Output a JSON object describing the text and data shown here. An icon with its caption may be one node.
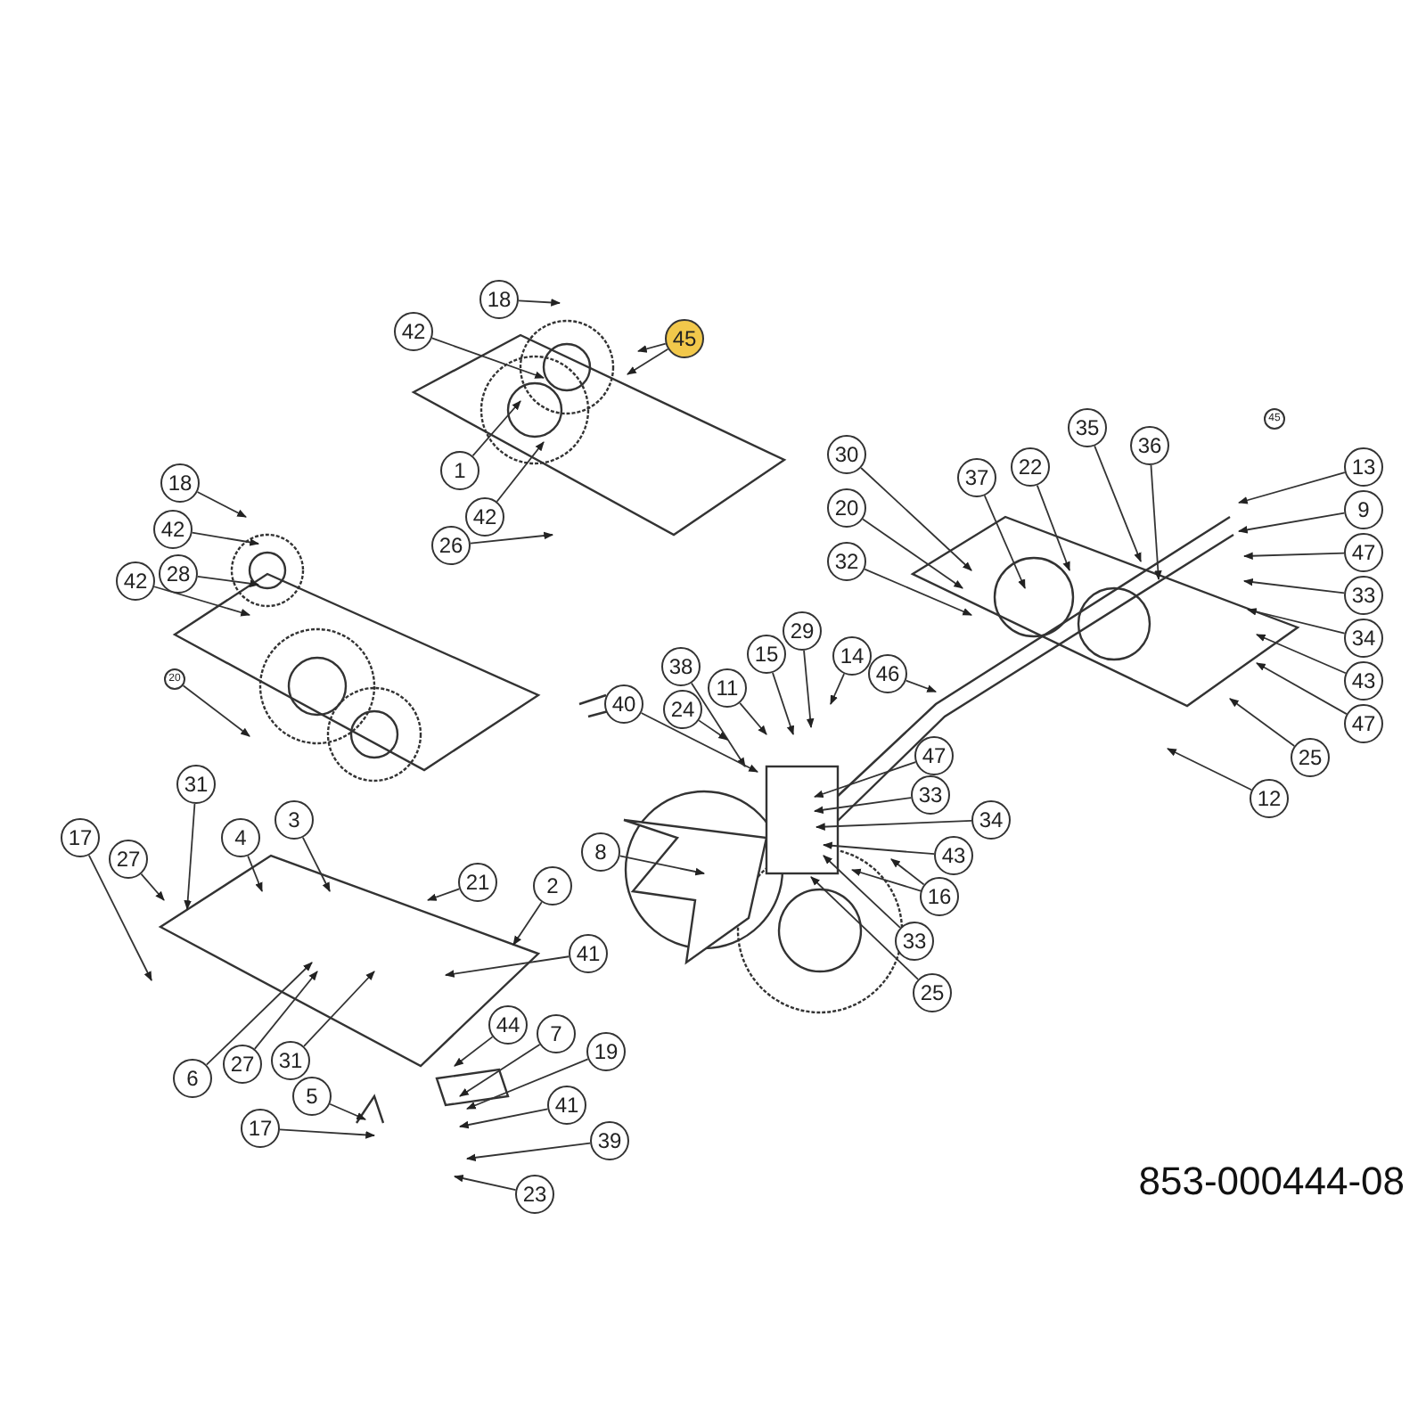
{
  "diagram": {
    "nodes": [
      {
        "text": [
          "18"
        ]
      },
      {
        "text": [
          "42"
        ]
      },
      {
        "text": [
          "45"
        ]
      },
      {
        "text": [
          "1"
        ]
      },
      {
        "text": [
          "42"
        ]
      },
      {
        "text": [
          "26"
        ]
      },
      {
        "text": [
          "18"
        ]
      },
      {
        "text": [
          "42"
        ]
      },
      {
        "text": [
          "28"
        ]
      },
      {
        "text": [
          "42"
        ]
      },
      {
        "text": [
          "20"
        ]
      },
      {
        "text": [
          "30"
        ]
      },
      {
        "text": [
          "35"
        ]
      },
      {
        "text": [
          "36"
        ]
      },
      {
        "text": [
          "13"
        ]
      },
      {
        "text": [
          "45"
        ]
      },
      {
        "text": [
          "20"
        ]
      },
      {
        "text": [
          "22"
        ]
      },
      {
        "text": [
          "9"
        ]
      },
      {
        "text": [
          "32"
        ]
      },
      {
        "text": [
          "37"
        ]
      },
      {
        "text": [
          "47"
        ]
      },
      {
        "text": [
          "33"
        ]
      },
      {
        "text": [
          "34"
        ]
      },
      {
        "text": [
          "43"
        ]
      },
      {
        "text": [
          "47"
        ]
      },
      {
        "text": [
          "25"
        ]
      },
      {
        "text": [
          "12"
        ]
      },
      {
        "text": [
          "29"
        ]
      },
      {
        "text": [
          "38"
        ]
      },
      {
        "text": [
          "15"
        ]
      },
      {
        "text": [
          "14"
        ]
      },
      {
        "text": [
          "46"
        ]
      },
      {
        "text": [
          "40"
        ]
      },
      {
        "text": [
          "24"
        ]
      },
      {
        "text": [
          "11"
        ]
      },
      {
        "text": [
          "47"
        ]
      },
      {
        "text": [
          "33"
        ]
      },
      {
        "text": [
          "34"
        ]
      },
      {
        "text": [
          "8"
        ]
      },
      {
        "text": [
          "43"
        ]
      },
      {
        "text": [
          "16"
        ]
      },
      {
        "text": [
          "33"
        ]
      },
      {
        "text": [
          "25"
        ]
      },
      {
        "text": [
          "31"
        ]
      },
      {
        "text": [
          "3"
        ]
      },
      {
        "text": [
          "17"
        ]
      },
      {
        "text": [
          "4"
        ]
      },
      {
        "text": [
          "27"
        ]
      },
      {
        "text": [
          "21"
        ]
      },
      {
        "text": [
          "2"
        ]
      },
      {
        "text": [
          "41"
        ]
      },
      {
        "text": [
          "44"
        ]
      },
      {
        "text": [
          "7"
        ]
      },
      {
        "text": [
          "19"
        ]
      },
      {
        "text": [
          "6"
        ]
      },
      {
        "text": [
          "27"
        ]
      },
      {
        "text": [
          "31"
        ]
      },
      {
        "text": [
          "5"
        ]
      },
      {
        "text": [
          "41"
        ]
      },
      {
        "text": [
          "39"
        ]
      },
      {
        "text": [
          "17"
        ]
      },
      {
        "text": [
          "23"
        ]
      }
    ],
    "edges": [
      {
        "from": 0,
        "to": null,
        "arrow": "to"
      },
      {
        "from": 1,
        "to": null,
        "arrow": "to"
      },
      {
        "from": 2,
        "to": null,
        "arrow": "to"
      },
      {
        "from": 2,
        "to": null,
        "arrow": "to"
      },
      {
        "from": 3,
        "to": null,
        "arrow": "to"
      },
      {
        "from": 4,
        "to": null,
        "arrow": "to"
      },
      {
        "from": 5,
        "to": null,
        "arrow": "to"
      },
      {
        "from": 6,
        "to": null,
        "arrow": "to"
      },
      {
        "from": 7,
        "to": null,
        "arrow": "to"
      },
      {
        "from": 8,
        "to": null,
        "arrow": "to"
      },
      {
        "from": 9,
        "to": null,
        "arrow": "to"
      },
      {
        "from": 10,
        "to": null,
        "arrow": "to"
      },
      {
        "from": 11,
        "to": null,
        "arrow": "to"
      },
      {
        "from": 12,
        "to": null,
        "arrow": "to"
      },
      {
        "from": 13,
        "to": null,
        "arrow": "to"
      },
      {
        "from": 14,
        "to": null,
        "arrow": "to"
      },
      {
        "from": 16,
        "to": null,
        "arrow": "to"
      },
      {
        "from": 17,
        "to": null,
        "arrow": "to"
      },
      {
        "from": 18,
        "to": null,
        "arrow": "to"
      },
      {
        "from": 19,
        "to": null,
        "arrow": "to"
      },
      {
        "from": 20,
        "to": null,
        "arrow": "to"
      },
      {
        "from": 21,
        "to": null,
        "arrow": "to"
      },
      {
        "from": 22,
        "to": null,
        "arrow": "to"
      },
      {
        "from": 23,
        "to": null,
        "arrow": "to"
      },
      {
        "from": 24,
        "to": null,
        "arrow": "to"
      },
      {
        "from": 25,
        "to": null,
        "arrow": "to"
      },
      {
        "from": 26,
        "to": null,
        "arrow": "to"
      },
      {
        "from": 27,
        "to": null,
        "arrow": "to"
      },
      {
        "from": 28,
        "to": null,
        "arrow": "to"
      },
      {
        "from": 29,
        "to": null,
        "arrow": "to"
      },
      {
        "from": 30,
        "to": null,
        "arrow": "to"
      },
      {
        "from": 31,
        "to": null,
        "arrow": "to"
      },
      {
        "from": 32,
        "to": null,
        "arrow": "to"
      },
      {
        "from": 33,
        "to": null,
        "arrow": "to"
      },
      {
        "from": 34,
        "to": null,
        "arrow": "to"
      },
      {
        "from": 35,
        "to": null,
        "arrow": "to"
      },
      {
        "from": 36,
        "to": null,
        "arrow": "to"
      },
      {
        "from": 37,
        "to": null,
        "arrow": "to"
      },
      {
        "from": 38,
        "to": null,
        "arrow": "to"
      },
      {
        "from": 39,
        "to": null,
        "arrow": "to"
      },
      {
        "from": 40,
        "to": null,
        "arrow": "to"
      },
      {
        "from": 41,
        "to": null,
        "arrow": "to"
      },
      {
        "from": 41,
        "to": null,
        "arrow": "to"
      },
      {
        "from": 42,
        "to": null,
        "arrow": "to"
      },
      {
        "from": 43,
        "to": null,
        "arrow": "to"
      },
      {
        "from": 44,
        "to": null,
        "arrow": "to"
      },
      {
        "from": 45,
        "to": null,
        "arrow": "to"
      },
      {
        "from": 46,
        "to": null,
        "arrow": "to"
      },
      {
        "from": 47,
        "to": null,
        "arrow": "to"
      },
      {
        "from": 48,
        "to": null,
        "arrow": "to"
      },
      {
        "from": 49,
        "to": null,
        "arrow": "to"
      },
      {
        "from": 50,
        "to": null,
        "arrow": "to"
      },
      {
        "from": 51,
        "to": null,
        "arrow": "to"
      },
      {
        "from": 52,
        "to": null,
        "arrow": "to"
      },
      {
        "from": 53,
        "to": null,
        "arrow": "to"
      },
      {
        "from": 54,
        "to": null,
        "arrow": "to"
      },
      {
        "from": 55,
        "to": null,
        "arrow": "to"
      },
      {
        "from": 56,
        "to": null,
        "arrow": "to"
      },
      {
        "from": 57,
        "to": null,
        "arrow": "to"
      },
      {
        "from": 58,
        "to": null,
        "arrow": "to"
      },
      {
        "from": 59,
        "to": null,
        "arrow": "to"
      },
      {
        "from": 60,
        "to": null,
        "arrow": "to"
      },
      {
        "from": 61,
        "to": null,
        "arrow": "to"
      },
      {
        "from": 62,
        "to": null,
        "arrow": "to"
      }
    ],
    "labels": [
      "853-000444-08"
    ]
  }
}
